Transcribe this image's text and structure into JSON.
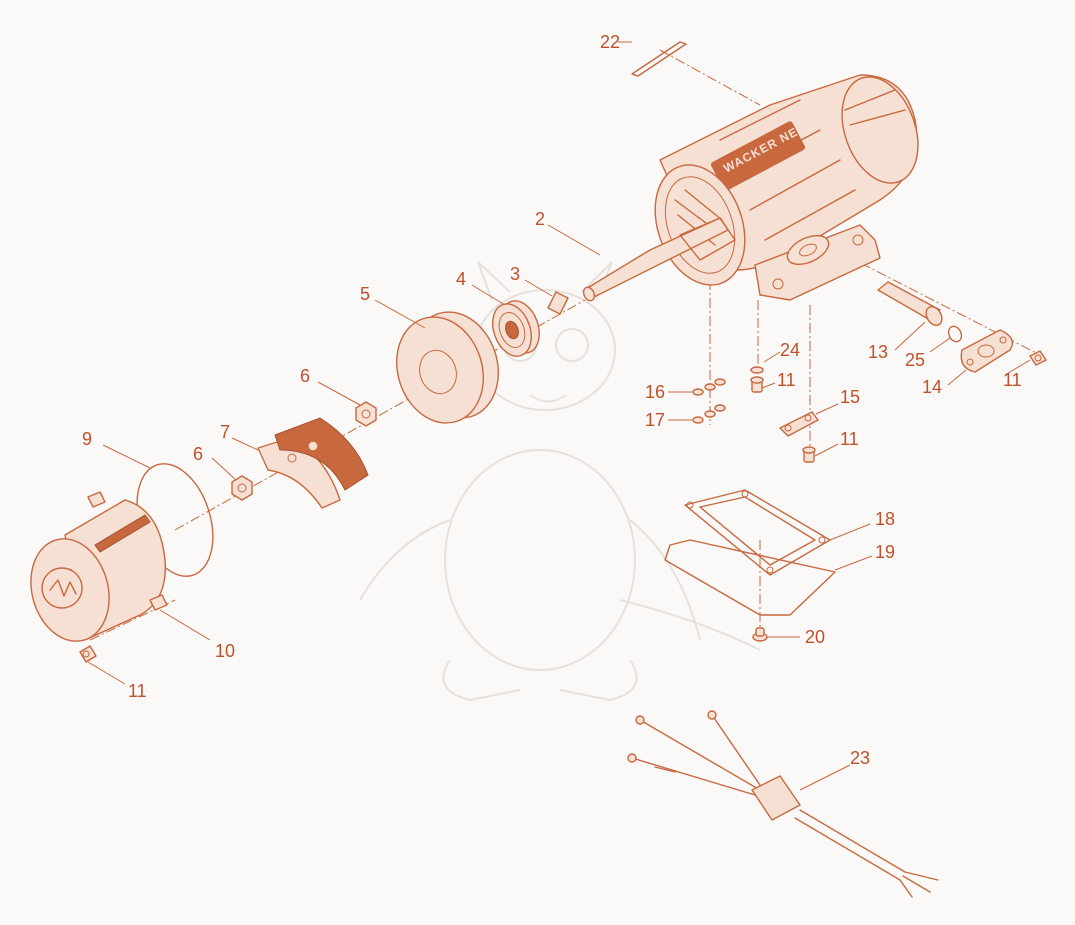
{
  "diagram": {
    "brand_text": "WACKER NEUSON",
    "callouts": [
      {
        "id": "c22",
        "text": "22"
      },
      {
        "id": "c2",
        "text": "2"
      },
      {
        "id": "c3",
        "text": "3"
      },
      {
        "id": "c4",
        "text": "4"
      },
      {
        "id": "c5",
        "text": "5"
      },
      {
        "id": "c6a",
        "text": "6"
      },
      {
        "id": "c6b",
        "text": "6"
      },
      {
        "id": "c7",
        "text": "7"
      },
      {
        "id": "c9",
        "text": "9"
      },
      {
        "id": "c10",
        "text": "10"
      },
      {
        "id": "c11a",
        "text": "11"
      },
      {
        "id": "c24",
        "text": "24"
      },
      {
        "id": "c11b",
        "text": "11"
      },
      {
        "id": "c16",
        "text": "16"
      },
      {
        "id": "c17",
        "text": "17"
      },
      {
        "id": "c15",
        "text": "15"
      },
      {
        "id": "c11c",
        "text": "11"
      },
      {
        "id": "c13",
        "text": "13"
      },
      {
        "id": "c25",
        "text": "25"
      },
      {
        "id": "c14",
        "text": "14"
      },
      {
        "id": "c11d",
        "text": "11"
      },
      {
        "id": "c18",
        "text": "18"
      },
      {
        "id": "c19",
        "text": "19"
      },
      {
        "id": "c20",
        "text": "20"
      },
      {
        "id": "c23",
        "text": "23"
      }
    ],
    "colors": {
      "line": "#c7683f",
      "label": "#c0502a",
      "fill_light": "#f6e0d3",
      "fill_solid": "#c7683f",
      "background": "#faf9f7"
    }
  }
}
